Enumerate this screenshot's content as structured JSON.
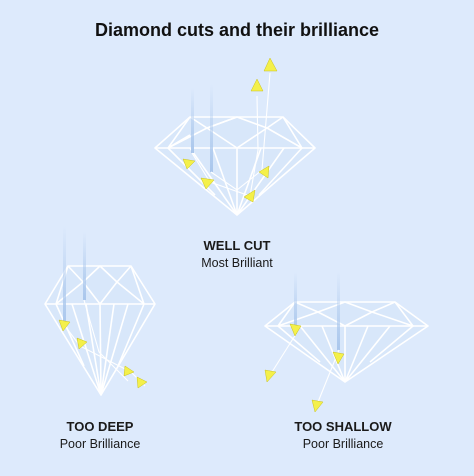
{
  "title": "Diamond cuts and their brilliance",
  "cuts": [
    {
      "label": "WELL CUT",
      "description": "Most Brilliant"
    },
    {
      "label": "TOO DEEP",
      "description": "Poor Brilliance"
    },
    {
      "label": "TOO SHALLOW",
      "description": "Poor Brilliance"
    }
  ],
  "colors": {
    "background": "#ddeafc",
    "facet_lines": "#ffffff",
    "light_beam": "#a9c6ec",
    "reflection_arrow": "#f4f04a"
  }
}
